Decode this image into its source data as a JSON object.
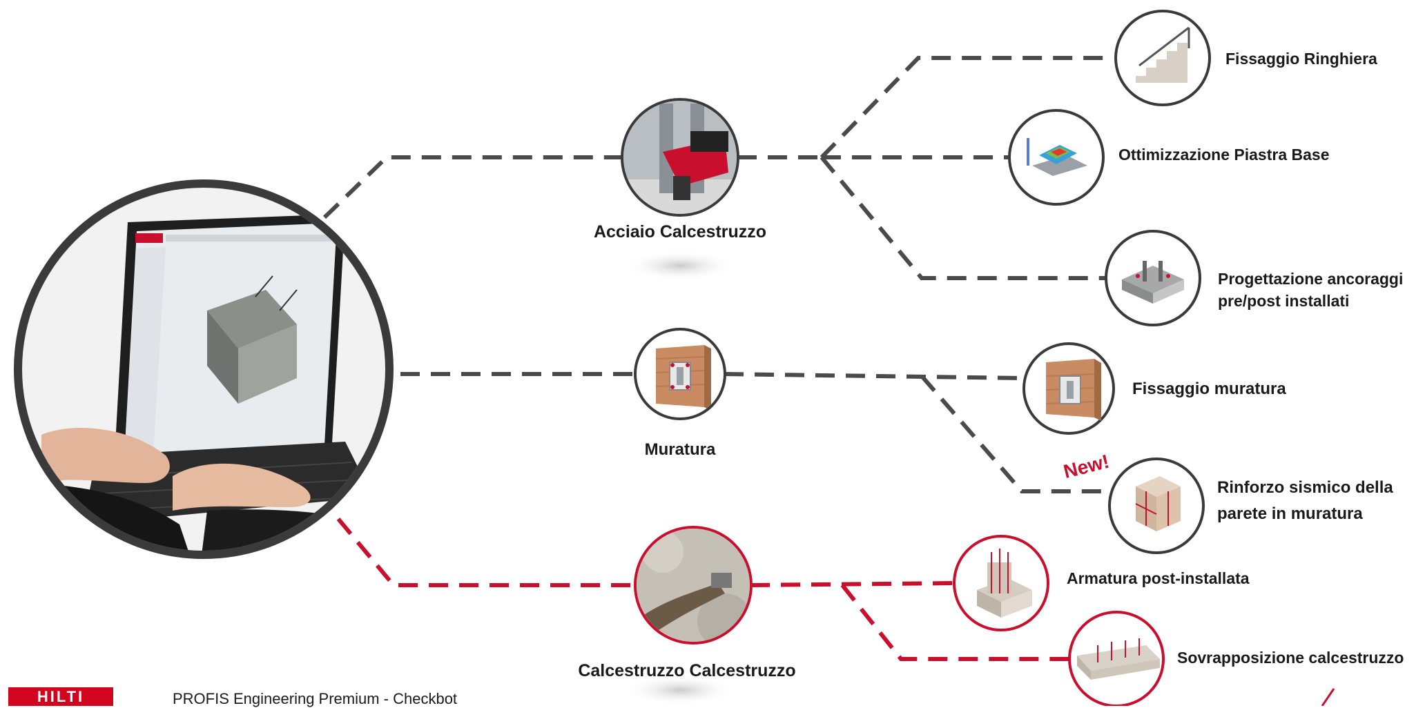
{
  "categories": [
    {
      "id": "acciaio",
      "label": "Acciaio Calcestruzzo",
      "icon": "anchor-drill-icon"
    },
    {
      "id": "muratura",
      "label": "Muratura",
      "icon": "masonry-wall-icon"
    },
    {
      "id": "calcestruzzo",
      "label": "Calcestruzzo Calcestruzzo",
      "icon": "rebar-hammer-icon"
    }
  ],
  "applications": [
    {
      "id": "ringhiera",
      "label": "Fissaggio Ringhiera",
      "icon": "stair-railing-icon"
    },
    {
      "id": "piastra",
      "label": "Ottimizzazione Piastra Base",
      "icon": "base-plate-heatmap-icon"
    },
    {
      "id": "ancoraggi",
      "label_line1": "Progettazione ancoraggi",
      "label_line2": "pre/post installati",
      "icon": "anchor-block-icon"
    },
    {
      "id": "fissaggio-muratura",
      "label": "Fissaggio muratura",
      "icon": "masonry-wall-icon"
    },
    {
      "id": "rinforzo",
      "label_line1": "Rinforzo sismico della",
      "label_line2": "parete in muratura",
      "icon": "reinforced-wall-cube-icon",
      "badge": "New!"
    },
    {
      "id": "armatura",
      "label": "Armatura post-installata",
      "icon": "rebar-column-icon"
    },
    {
      "id": "sovrapposizione",
      "label": "Sovrapposizione calcestruzzo",
      "icon": "concrete-overlay-icon"
    }
  ],
  "footer": {
    "text": "PROFIS Engineering Premium - Checkbot",
    "logo": "HILTI"
  },
  "colors": {
    "dark_line": "#4a4a4a",
    "red_line": "#c8102e",
    "circle_border": "#3a3a3a",
    "red_circle": "#c8102e",
    "hilti_red": "#d2051e"
  }
}
